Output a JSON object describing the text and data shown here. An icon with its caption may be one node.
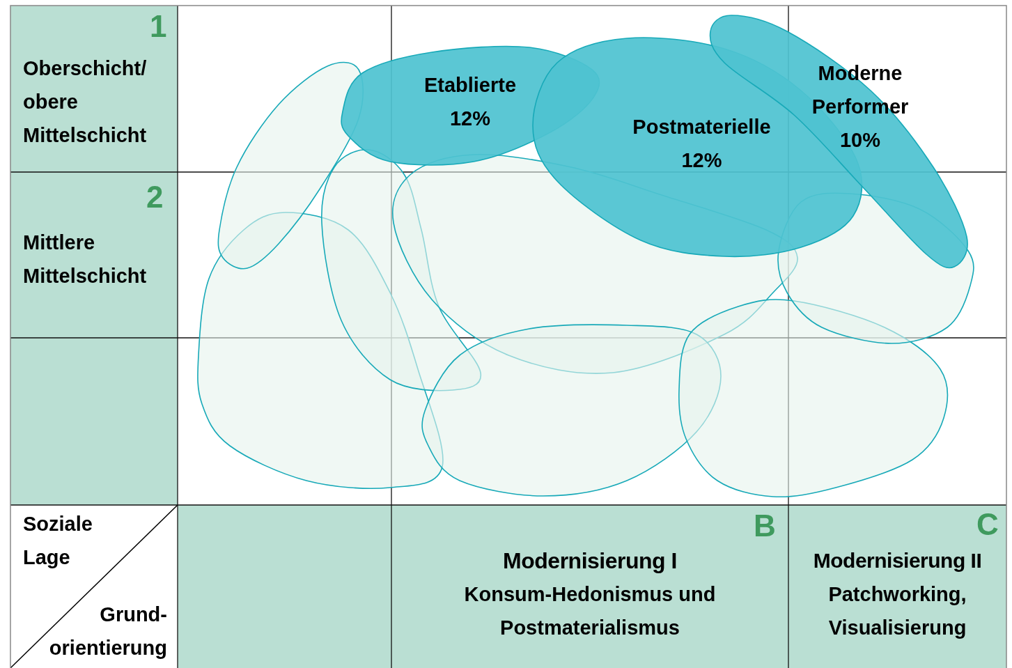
{
  "diagram": {
    "nodes": [
      {
        "text": [
          "1",
          "Oberschicht/ obere Mittelschicht"
        ]
      },
      {
        "text": [
          "2",
          "Mittlere Mittelschicht"
        ]
      },
      {
        "text": [],
        "shape": "box"
      },
      {
        "text": [
          "Soziale Lage",
          "Grund- orientierung"
        ]
      },
      {
        "text": [],
        "shape": "box"
      },
      {
        "text": [
          "B",
          "Modernisierung I",
          "Konsum-Hedonismus und Postmaterialismus"
        ]
      },
      {
        "text": [
          "C",
          "Modernisierung II",
          "Patchworking, Visualisierung"
        ]
      },
      {
        "text": [],
        "shape": "cloud"
      },
      {
        "text": [],
        "shape": "cloud"
      },
      {
        "text": [],
        "shape": "cloud"
      },
      {
        "text": [],
        "shape": "cloud"
      },
      {
        "text": [],
        "shape": "cloud"
      },
      {
        "text": [],
        "shape": "cloud"
      },
      {
        "text": [],
        "shape": "cloud"
      },
      {
        "text": [
          "Etablierte",
          "12%"
        ]
      },
      {
        "text": [
          "Postmaterielle",
          "12%"
        ]
      },
      {
        "text": [
          "Moderne Performer",
          "10%"
        ]
      }
    ],
    "edges": []
  }
}
